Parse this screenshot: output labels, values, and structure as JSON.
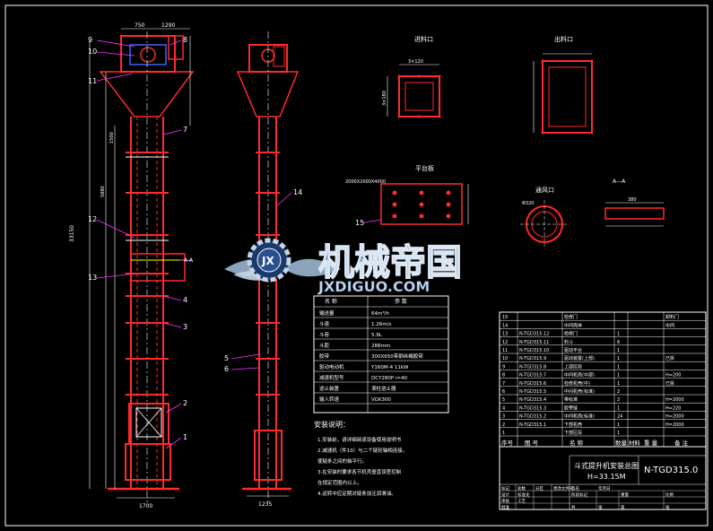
{
  "logo": {
    "cn": "机械帝国",
    "en": "JXDIGUO.COM"
  },
  "views": {
    "inlet_label": "进料口",
    "outlet_label": "出料口",
    "platform_label": "平台板",
    "vent_label": "通风口",
    "section_label": "A—A"
  },
  "dims": {
    "top_750": "750",
    "top_1290": "1290",
    "base_1700": "1700",
    "base_1235": "1235",
    "h_33150": "33150",
    "d_1500": "1500",
    "d_5880": "5880",
    "inlet_w": "3×120",
    "inlet_h": "3×180",
    "platform_top": "2000X2000X4000",
    "vent_d": "Φ320",
    "vent_w": "380"
  },
  "balloons_left": [
    "9",
    "10",
    "11",
    "12",
    "13",
    "8",
    "7",
    "4",
    "3",
    "2",
    "1",
    "A-A"
  ],
  "balloons_mid": [
    "14",
    "5",
    "6",
    "15"
  ],
  "param_table": {
    "headers": [
      "名  称",
      "参  数"
    ],
    "rows": [
      [
        "输送量",
        "64m³/h"
      ],
      [
        "斗速",
        "1.26m/s"
      ],
      [
        "斗容",
        "5.9L"
      ],
      [
        "斗距",
        "288mm"
      ],
      [
        "胶带",
        "300X650带钢丝绳胶带"
      ],
      [
        "驱动电动机",
        "Y160M-4 11kW"
      ],
      [
        "减速机型号",
        "DCY280P i=40"
      ],
      [
        "逆止装置",
        "滚柱逆止器"
      ],
      [
        "输入转速",
        "VOX300"
      ]
    ]
  },
  "notes": {
    "title": "安装说明：",
    "items": [
      "1.安装前，请详细阅读设备使用说明书",
      "2.减速机（件10）与二个链轮轴相连接，",
      "   使链条之间的轴平行。",
      "3.在安装时要求各节机壳垂直误差控制",
      "   在规定范围内以上。",
      "4.运转中应定期对链条加注润滑油。"
    ]
  },
  "bom": {
    "rows": [
      [
        "15",
        "",
        "检修门",
        "",
        "",
        "",
        "",
        "",
        "卸料门"
      ],
      [
        "14",
        "",
        "中间壳体",
        "",
        "",
        "",
        "",
        "",
        "中间"
      ],
      [
        "13",
        "N-TGD315.12",
        "检修门",
        "1",
        "",
        "",
        "",
        "",
        ""
      ],
      [
        "12",
        "N-TGD315.11",
        "料斗",
        "6",
        "",
        "",
        "",
        "",
        ""
      ],
      [
        "11",
        "N-TGD315.10",
        "驱动平台",
        "1",
        "",
        "",
        "",
        "",
        ""
      ],
      [
        "10",
        "N-TGD315.9",
        "驱动装置(上部)",
        "1",
        "",
        "",
        "",
        "",
        "已拆"
      ],
      [
        "9",
        "N-TGD315.8",
        "上部区段",
        "1",
        "",
        "",
        "",
        "",
        ""
      ],
      [
        "8",
        "N-TGD315.7",
        "中间机壳(中部)",
        "1",
        "",
        "",
        "",
        "",
        "H=200"
      ],
      [
        "7",
        "N-TGD315.6",
        "检修机壳(中)",
        "1",
        "",
        "",
        "",
        "",
        "已拆"
      ],
      [
        "6",
        "N-TGD315.5",
        "中间机壳(标准)",
        "2",
        "",
        "",
        "",
        "",
        ""
      ],
      [
        "5",
        "N-TGD315.4",
        "带标准",
        "2",
        "",
        "",
        "",
        "",
        "H=2000"
      ],
      [
        "4",
        "N-TGD315.3",
        "胶带链",
        "1",
        "",
        "",
        "",
        "",
        "H=220"
      ],
      [
        "3",
        "N-TGD315.2",
        "中间机壳(标准)",
        "24",
        "",
        "",
        "",
        "",
        "H=2000"
      ],
      [
        "2",
        "N-TGD315.1",
        "下部机壳",
        "1",
        "",
        "",
        "",
        "",
        "H=2000"
      ],
      [
        "1",
        "",
        "下部区段",
        "1",
        "",
        "",
        "",
        "",
        ""
      ]
    ],
    "header": [
      "序号",
      "图  号",
      "名  称",
      "数量",
      "材料",
      "重  量",
      "备  注"
    ]
  },
  "title_block": {
    "name": "斗式提升机安装总图",
    "height": "H=33.15M",
    "drawing_no": "N-TGD315.0",
    "cells": [
      "标记",
      "处数",
      "分区",
      "更改文件号",
      "签名",
      "年月日",
      "设计",
      "标准化",
      "审核",
      "工艺",
      "批准",
      "阶段标记",
      "重量",
      "比例",
      "共",
      "张",
      "第",
      "张"
    ]
  },
  "colors": {
    "bg": "#000000",
    "red": "#ff2a2a",
    "white": "#ffffff",
    "cyan": "#00d8ff",
    "yellow": "#ffff00",
    "magenta": "#ff33ff",
    "blue": "#4060ff",
    "green": "#33ff66"
  }
}
